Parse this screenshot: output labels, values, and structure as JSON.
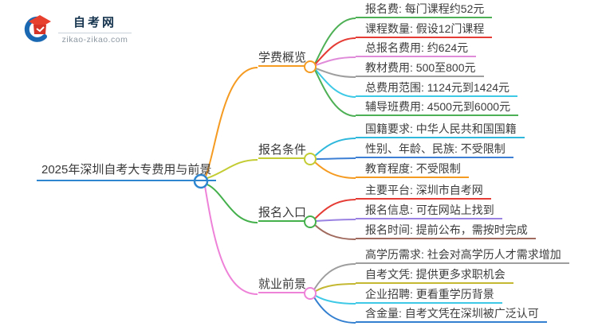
{
  "logo": {
    "site_name": "自考网",
    "site_url": "zikao-zikao.com",
    "brand_blue": "#1a68b2",
    "brand_red": "#e8402f"
  },
  "mindmap": {
    "root": {
      "label": "2025年深圳自考大专费用与前景",
      "color": "#2e86d0"
    },
    "branches": [
      {
        "label": "学费概览",
        "color": "#f59b22",
        "children": [
          {
            "label": "报名费: 每门课程约52元",
            "color": "#4eb055"
          },
          {
            "label": "课程数量: 假设12门课程",
            "color": "#e53c35"
          },
          {
            "label": "总报名费用: 约624元",
            "color": "#e08bd9"
          },
          {
            "label": "教材费用: 500至800元",
            "color": "#9e9e9e"
          },
          {
            "label": "总费用范围: 1124元到1424元",
            "color": "#3ec9e6"
          },
          {
            "label": "辅导班费用: 4500元到6000元",
            "color": "#4eb055"
          }
        ]
      },
      {
        "label": "报名条件",
        "color": "#c3cc33",
        "children": [
          {
            "label": "国籍要求: 中华人民共和国国籍",
            "color": "#30b8dc"
          },
          {
            "label": "性别、年龄、民族: 不受限制",
            "color": "#3d7fd4"
          },
          {
            "label": "教育程度: 不受限制",
            "color": "#f59b22"
          }
        ]
      },
      {
        "label": "报名入口",
        "color": "#44b04c",
        "children": [
          {
            "label": "主要平台: 深圳市自考网",
            "color": "#e53c35"
          },
          {
            "label": "报名信息: 可在网站上找到",
            "color": "#9a82e2"
          },
          {
            "label": "报名时间: 提前公布，需按时完成",
            "color": "#a16a5e"
          }
        ]
      },
      {
        "label": "就业前景",
        "color": "#ee82d8",
        "children": [
          {
            "label": "高学历需求: 社会对高学历人才需求增加",
            "color": "#9e9e9e"
          },
          {
            "label": "自考文凭: 提供更多求职机会",
            "color": "#c4b832"
          },
          {
            "label": "企业招聘: 更看重学历背景",
            "color": "#3ec9e6"
          },
          {
            "label": "含金量: 自考文凭在深圳被广泛认可",
            "color": "#337fd0"
          }
        ]
      }
    ]
  }
}
